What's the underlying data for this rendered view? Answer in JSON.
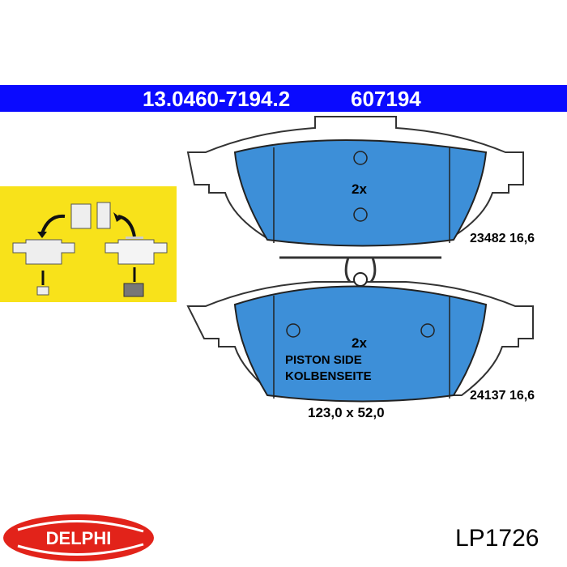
{
  "header": {
    "article_number": "13.0460-7194.2",
    "code": "607194"
  },
  "top_pad": {
    "quantity": "2x",
    "spec": "23482 16,6"
  },
  "bottom_pad": {
    "quantity": "2x",
    "label_en": "PISTON SIDE",
    "label_de": "KOLBENSEITE",
    "spec": "24137 16,6"
  },
  "dimensions": "123,0 x 52,0",
  "brand_logo": "DELPHI",
  "part_number": "LP1726",
  "colors": {
    "band": "#0a0aff",
    "pad_fill": "#3d8fd8",
    "instruction_bg": "#f8e21a",
    "logo_red": "#e2231a"
  }
}
